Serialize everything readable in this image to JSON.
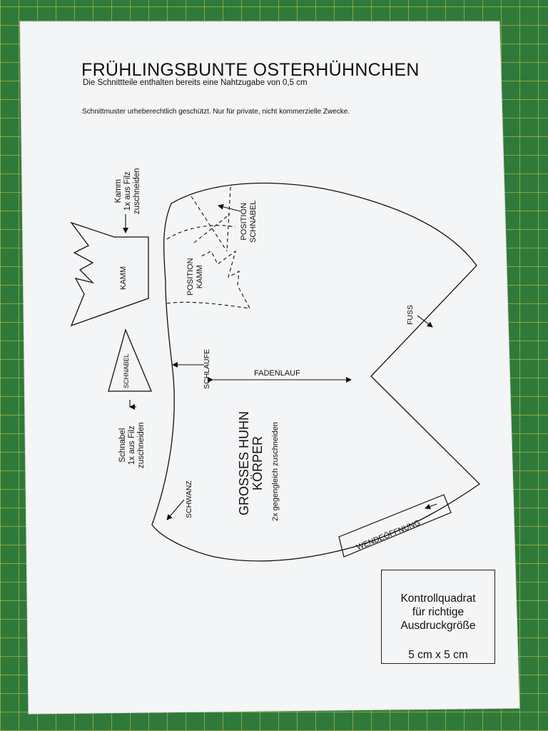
{
  "document": {
    "title": "FRÜHLINGSBUNTE OSTERHÜHNCHEN",
    "subtitle": "Die Schnittteile enthalten bereits eine Nahtzugabe von 0,5 cm",
    "copyright": "Schnittmuster urheberechtlich geschützt. Nur für private, nicht kommerzielle Zwecke."
  },
  "pieces": {
    "kamm": {
      "label": "KAMM",
      "note_line1": "Kamm",
      "note_line2": "1x aus Filz",
      "note_line3": "zuschneiden"
    },
    "schnabel": {
      "label": "SCHNABEL",
      "note_line1": "Schnabel",
      "note_line2": "1x aus Filz",
      "note_line3": "zuschneiden"
    },
    "body": {
      "title_line1": "GROSSES HUHN",
      "title_line2": "KÖRPER",
      "instruction": "2x gegengleich zuschneiden",
      "position_schnabel_line1": "POSITION",
      "position_schnabel_line2": "SCHNABEL",
      "position_kamm_line1": "POSITION",
      "position_kamm_line2": "KAMM",
      "fuss": "FUSS",
      "schlaufe": "SCHLAUFE",
      "fadenlauf": "FADENLAUF",
      "schwanz": "SCHWANZ",
      "wendeoeffnung": "WENDEÖFFNUNG"
    }
  },
  "control_square": {
    "line1": "Kontrollquadrat",
    "line2": "für richtige",
    "line3": "Ausdruckgröße",
    "size": "5 cm x 5 cm"
  }
}
